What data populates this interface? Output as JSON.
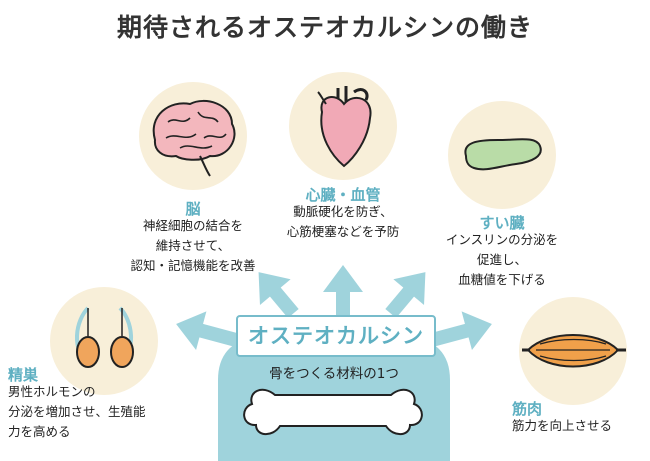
{
  "title": "期待されるオステオカルシンの働き",
  "center": {
    "name": "オステオカルシン",
    "caption": "骨をつくる材料の1つ"
  },
  "organs": {
    "brain": {
      "label": "脳",
      "lines": [
        "神経細胞の結合を",
        "維持させて、",
        "認知・記憶機能を改善"
      ]
    },
    "heart": {
      "label": "心臓・血管",
      "lines": [
        "動脈硬化を防ぎ、",
        "心筋梗塞などを予防"
      ]
    },
    "pancreas": {
      "label": "すい臓",
      "lines": [
        "インスリンの分泌を",
        "促進し、",
        "血糖値を下げる"
      ]
    },
    "testes": {
      "label": "精巣",
      "lines": [
        "男性ホルモンの",
        "分泌を増加させ、生殖能",
        "力を高める"
      ]
    },
    "muscle": {
      "label": "筋肉",
      "lines": [
        "筋力を向上させる"
      ]
    }
  },
  "colors": {
    "accent": "#5fb0c2",
    "arrow": "#9fd3dc",
    "circle": "#f8efd9",
    "brain": "#f3b7bd",
    "heart": "#f1a9b6",
    "pancreas": "#b9dca7",
    "testes": "#f0a55c",
    "muscle": "#f0a04a"
  }
}
